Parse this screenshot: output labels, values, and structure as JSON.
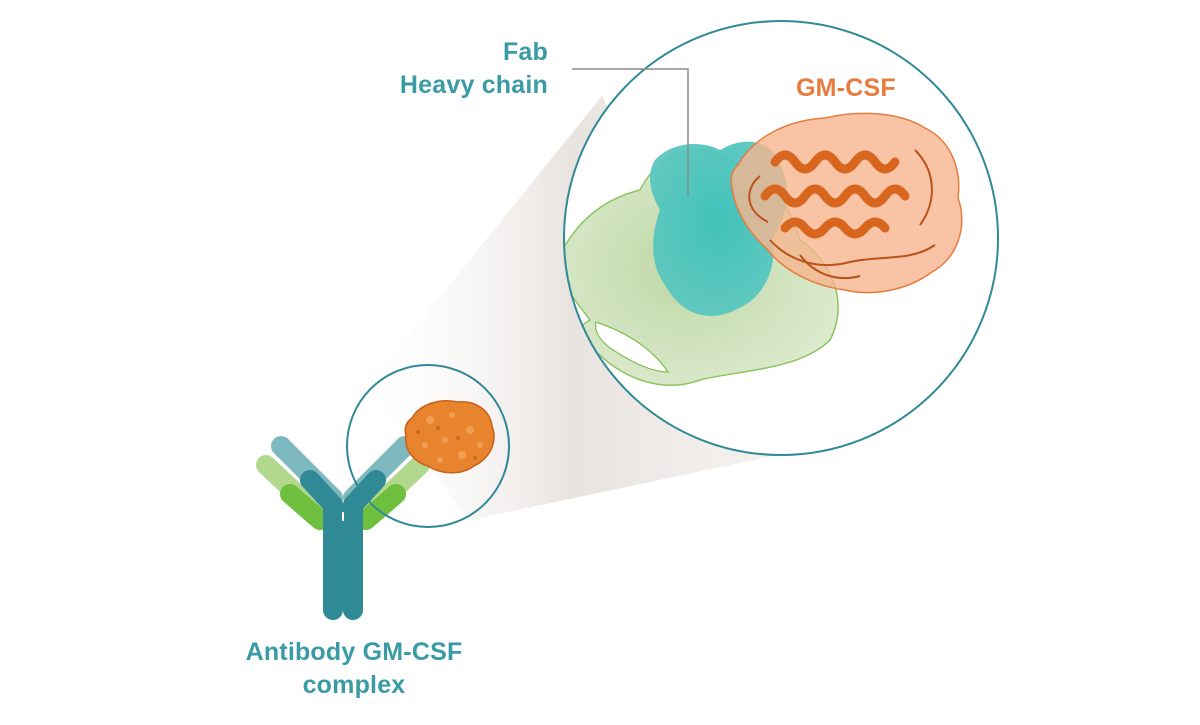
{
  "colors": {
    "teal": "#3a9ba5",
    "dark_teal": "#2f8a96",
    "light_teal": "#7fb9c0",
    "green": "#6fbf3f",
    "light_green": "#b2d88e",
    "orange": "#e87b3e",
    "orange_dark": "#c85a1c",
    "orange_light": "#f6b58f",
    "fab_green": "#bcd6a2",
    "fab_teal": "#3fb9b5",
    "cone": "#e9e4e1",
    "outline": "#2f8a96"
  },
  "labels": {
    "fab_line1": "Fab",
    "fab_line2": "Heavy chain",
    "gmcsf": "GM-CSF",
    "complex_line1": "Antibody GM-CSF",
    "complex_line2": "complex"
  },
  "icons": {
    "antibody": "y-shaped-antibody-icon",
    "small_protein": "gm-csf-surface-blob",
    "zoom_protein": "fab-gm-csf-structure"
  }
}
